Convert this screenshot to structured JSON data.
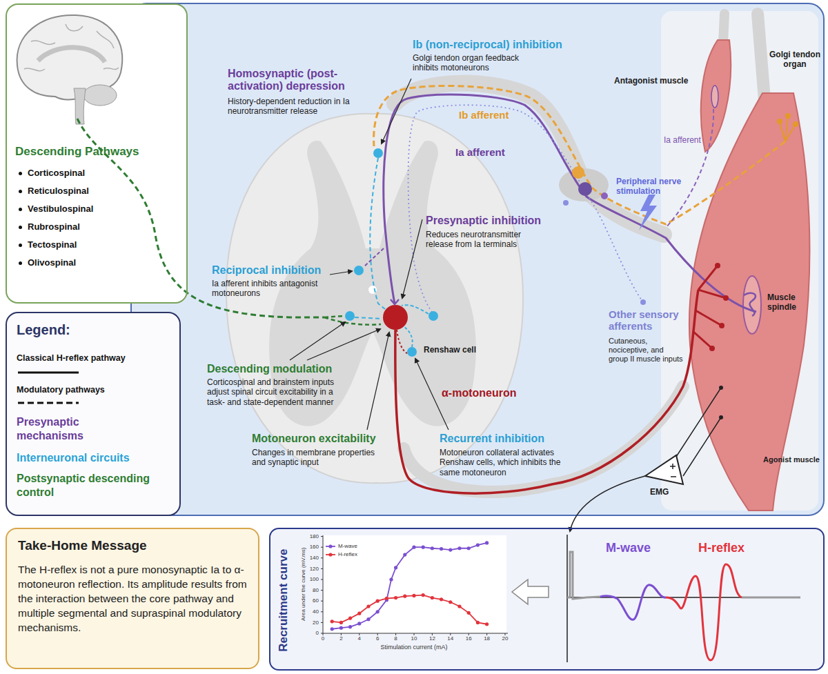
{
  "diagram": {
    "nodes": [
      {
        "text": [
          "Descending Pathways",
          "Corticospinal",
          "Reticulospinal",
          "Vestibulospinal",
          "Rubrospinal",
          "Tectospinal",
          "Olivospinal"
        ]
      },
      {
        "text": [
          "Legend:"
        ]
      },
      {
        "text": [
          "Take-Home Message",
          "The H-reflex is not a pure monosynaptic Ia to α-motoneuron reflection. Its amplitude results from the interaction between the core pathway and multiple segmental and supraspinal modulatory mechanisms."
        ]
      },
      {
        "text": [
          "Recruitment curve"
        ]
      }
    ],
    "labels": [
      "Homosynaptic (post-activation) depression",
      "History-dependent reduction in Ia neurotransmitter release",
      "Ib (non-reciprocal) inhibition",
      "Golgi tendon organ feedback inhibits motoneurons",
      "Antagonist muscle",
      "Golgi tendon organ",
      "Ib afferent",
      "Ia afferent",
      "Ia afferent",
      "Peripheral nerve stimulation",
      "Presynaptic inhibition",
      "Reduces neurotransmitter release from Ia terminals",
      "Reciprocal inhibition",
      "Ia afferent inhibits antagonist motoneurons",
      "Muscle spindle",
      "Other sensory afferents",
      "Cutaneous, nociceptive, and group II muscle inputs",
      "Renshaw cell",
      "α-motoneuron",
      "Descending modulation",
      "Corticospinal and brainstem inputs adjust spinal circuit excitability in a task- and state-dependent manner",
      "Motoneuron excitability",
      "Changes in membrane properties and synaptic input",
      "Recurrent inhibition",
      "Motoneuron collateral activates Renshaw cells, which inhibits the same motoneuron",
      "EMG",
      "Agonist muscle",
      "M-wave",
      "H-reflex",
      "Area under the curve (mV.ms)",
      "0",
      "20",
      "40",
      "60",
      "80",
      "100",
      "120",
      "140",
      "160",
      "180",
      "0",
      "2",
      "4",
      "6",
      "8",
      "10",
      "12",
      "14",
      "16",
      "18",
      "20",
      "Stimulation current (mA)",
      "M-wave",
      "H-reflex"
    ],
    "legend": [
      {
        "text": "Classical H-reflex pathway"
      },
      {
        "text": "Modulatory pathways"
      },
      {
        "text": "Presynaptic mechanisms",
        "color": "#6a3d9a"
      },
      {
        "text": "Interneuronal circuits",
        "color": "#29a3d6"
      },
      {
        "text": "Postsynaptic descending control",
        "color": "#2e7d32"
      }
    ]
  }
}
